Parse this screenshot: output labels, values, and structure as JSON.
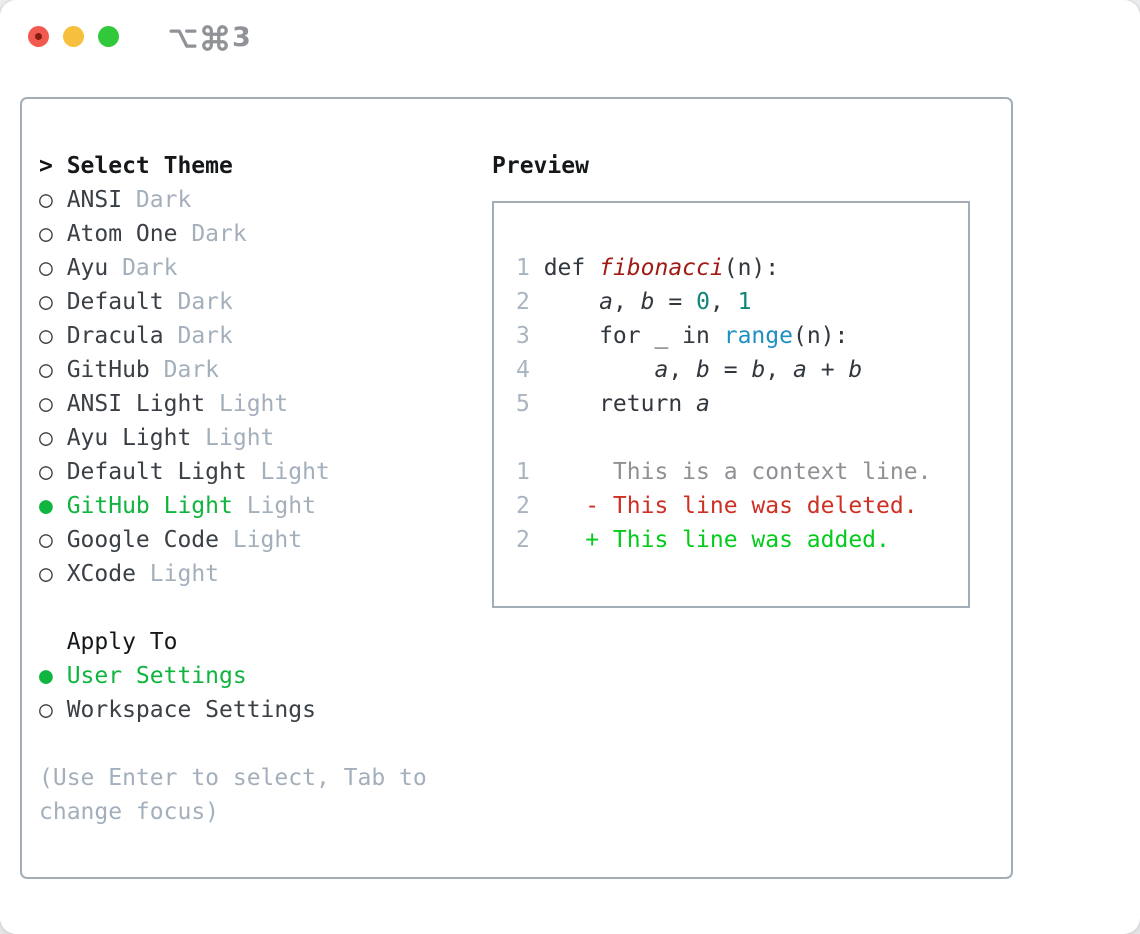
{
  "titlebar": {
    "option_symbol": "⌥",
    "command_symbol": "⌘",
    "shortcut_number": "3"
  },
  "select_theme": {
    "prompt": ">",
    "title": "Select Theme",
    "radio_unselected": "○",
    "radio_selected": "●",
    "items": [
      {
        "name": "ANSI",
        "variant": "Dark",
        "selected": false
      },
      {
        "name": "Atom One",
        "variant": "Dark",
        "selected": false
      },
      {
        "name": "Ayu",
        "variant": "Dark",
        "selected": false
      },
      {
        "name": "Default",
        "variant": "Dark",
        "selected": false
      },
      {
        "name": "Dracula",
        "variant": "Dark",
        "selected": false
      },
      {
        "name": "GitHub",
        "variant": "Dark",
        "selected": false
      },
      {
        "name": "ANSI Light",
        "variant": "Light",
        "selected": false
      },
      {
        "name": "Ayu Light",
        "variant": "Light",
        "selected": false
      },
      {
        "name": "Default Light",
        "variant": "Light",
        "selected": false
      },
      {
        "name": "GitHub Light",
        "variant": "Light",
        "selected": true
      },
      {
        "name": "Google Code",
        "variant": "Light",
        "selected": false
      },
      {
        "name": "XCode",
        "variant": "Light",
        "selected": false
      }
    ]
  },
  "apply_to": {
    "title": "Apply To",
    "items": [
      {
        "name": "User Settings",
        "selected": true
      },
      {
        "name": "Workspace Settings",
        "selected": false
      }
    ]
  },
  "hint": "(Use Enter to select, Tab to change focus)",
  "preview": {
    "title": "Preview",
    "lines": [
      {
        "num": "1",
        "tokens": [
          {
            "t": " def ",
            "c": "plain"
          },
          {
            "t": "fibonacci",
            "c": "func"
          },
          {
            "t": "(n):",
            "c": "plain"
          }
        ]
      },
      {
        "num": "2",
        "tokens": [
          {
            "t": "     ",
            "c": "plain"
          },
          {
            "t": "a",
            "c": "var"
          },
          {
            "t": ", ",
            "c": "plain"
          },
          {
            "t": "b",
            "c": "var"
          },
          {
            "t": " = ",
            "c": "plain"
          },
          {
            "t": "0",
            "c": "num"
          },
          {
            "t": ", ",
            "c": "plain"
          },
          {
            "t": "1",
            "c": "num"
          }
        ]
      },
      {
        "num": "3",
        "tokens": [
          {
            "t": "     for _ in ",
            "c": "plain"
          },
          {
            "t": "range",
            "c": "builtin"
          },
          {
            "t": "(n):",
            "c": "plain"
          }
        ]
      },
      {
        "num": "4",
        "tokens": [
          {
            "t": "         ",
            "c": "plain"
          },
          {
            "t": "a",
            "c": "var"
          },
          {
            "t": ", ",
            "c": "plain"
          },
          {
            "t": "b",
            "c": "var"
          },
          {
            "t": " = ",
            "c": "plain"
          },
          {
            "t": "b",
            "c": "var"
          },
          {
            "t": ", ",
            "c": "plain"
          },
          {
            "t": "a",
            "c": "var"
          },
          {
            "t": " + ",
            "c": "plain"
          },
          {
            "t": "b",
            "c": "var"
          }
        ]
      },
      {
        "num": "5",
        "tokens": [
          {
            "t": "     return ",
            "c": "plain"
          },
          {
            "t": "a",
            "c": "var"
          }
        ]
      },
      {
        "blank": true
      },
      {
        "num": "1",
        "tokens": [
          {
            "t": "      This is a context line.",
            "c": "ctx"
          }
        ]
      },
      {
        "num": "2",
        "tokens": [
          {
            "t": "    ",
            "c": "plain"
          },
          {
            "t": "- This line was deleted.",
            "c": "del"
          }
        ]
      },
      {
        "num": "2",
        "tokens": [
          {
            "t": "    ",
            "c": "plain"
          },
          {
            "t": "+ This line was added.",
            "c": "add"
          }
        ]
      }
    ]
  },
  "colors": {
    "accent_green": "#0fb53e",
    "added_green": "#04cb1c",
    "deleted_red": "#ce3024",
    "context_gray": "#8e9094",
    "func_red": "#a01b16",
    "num_teal": "#0e8678",
    "builtin_blue": "#1e90c2",
    "code_dark": "#32373d",
    "muted": "#a4afbc",
    "gutter": "#a9b4c0",
    "border": "#a3adb7",
    "title_gray": "#8f9296",
    "traffic_red": "#f35a4f",
    "traffic_red_dot": "#861c12",
    "traffic_yellow": "#f7bf3e",
    "traffic_green": "#32c83c"
  }
}
